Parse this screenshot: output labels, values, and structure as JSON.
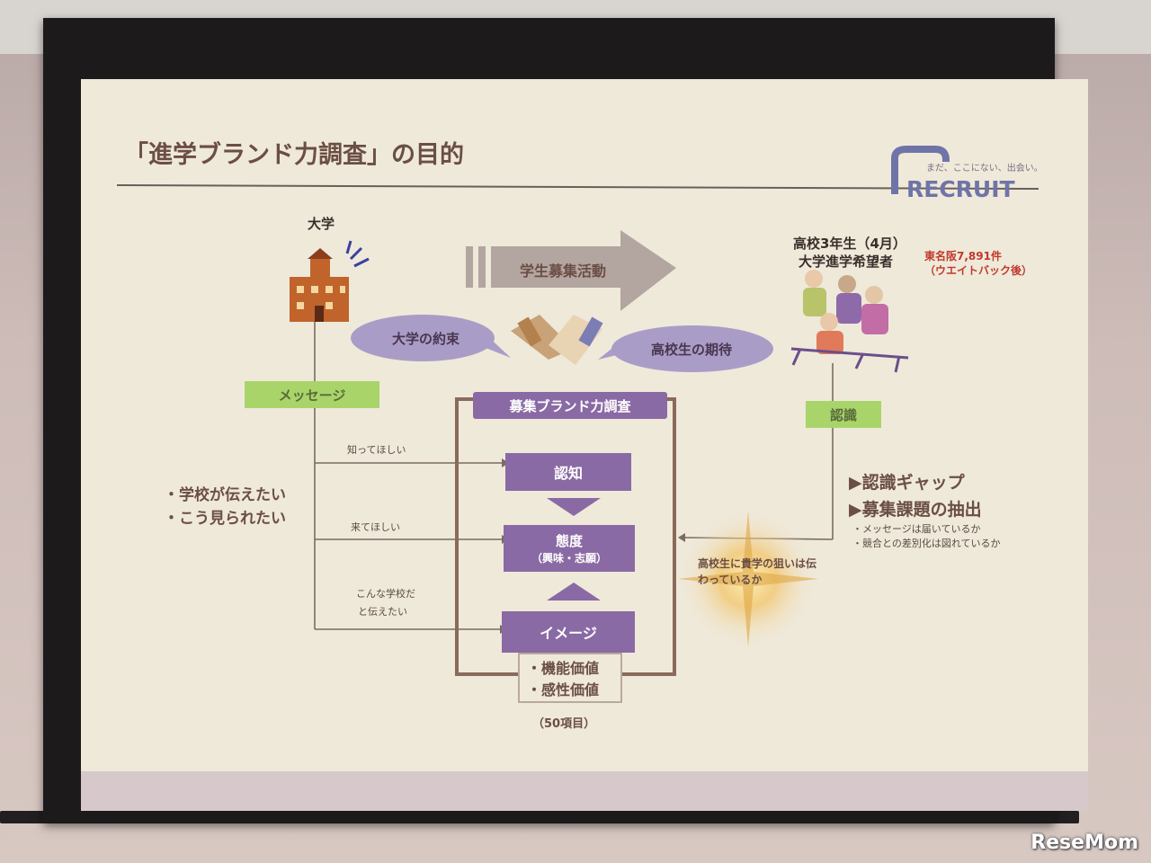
{
  "slide": {
    "title": "「進学ブランド力調査」の目的",
    "brand": {
      "tagline": "まだ、ここにない、出会い。",
      "logo_text": "RECRUIT"
    },
    "left_label": "大学",
    "arrow_label": "学生募集活動",
    "right_label_line1": "高校3年生（4月）",
    "right_label_line2": "大学進学希望者",
    "sample_line1": "東名阪7,891件",
    "sample_line2": "（ウエイトバック後）",
    "promise_bubble": "大学の約束",
    "expectation_bubble": "高校生の期待",
    "message_box": "メッセージ",
    "recognition_box": "認識",
    "survey_header": "募集ブランド力調査",
    "awareness_box": "認知",
    "attitude_box": "態度",
    "attitude_sub": "（興味・志願）",
    "image_box": "イメージ",
    "value_line1": "・機能価値",
    "value_line2": "・感性価値",
    "item_count": "（50項目）",
    "want_know": "知ってほしい",
    "want_come": "来てほしい",
    "want_convey_line1": "こんな学校だ",
    "want_convey_line2": "と伝えたい",
    "school_wants_line1": "・学校が伝えたい",
    "school_wants_line2": "・こう見られたい",
    "gap_line1": "▶認識ギャップ",
    "gap_line2": "▶募集課題の抽出",
    "gap_bullet1": "・メッセージは届いているか",
    "gap_bullet2": "・競合との差別化は図れているか",
    "aim_line1": "高校生に貴学の狙いは伝",
    "aim_line2": "わっているか"
  },
  "watermark": "ReseMom",
  "colors": {
    "slide_bg": "#efe9da",
    "title_text": "#6b4e44",
    "purple_box": "#8a6aa4",
    "green_box": "#a9d46a",
    "arrow": "#b3a5a0",
    "bubble": "#a99dc7",
    "accent_red": "#c0392b"
  }
}
